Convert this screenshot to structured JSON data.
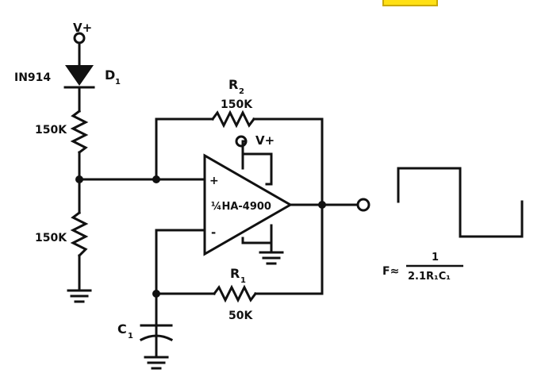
{
  "diagram": {
    "supply_top_label": "V+",
    "diode_part_label": "IN914",
    "diode_ref_label": "D",
    "diode_ref_sub": "1",
    "r_top_label": "150K",
    "r_bottom_label": "150K",
    "r2_ref": "R",
    "r2_sub": "2",
    "r2_value": "150K",
    "opamp_supply_label": "V+",
    "opamp_plus": "+",
    "opamp_minus": "-",
    "opamp_part_label": "¼HA-4900",
    "r1_ref": "R",
    "r1_sub": "1",
    "r1_value": "50K",
    "c1_ref": "C",
    "c1_sub": "1",
    "formula_lhs": "F≈",
    "formula_numerator": "1",
    "formula_denominator": "2.1R₁C₁"
  },
  "colors": {
    "ink": "#111111",
    "background": "#ffffff",
    "tab_accent": "#ffe014"
  }
}
